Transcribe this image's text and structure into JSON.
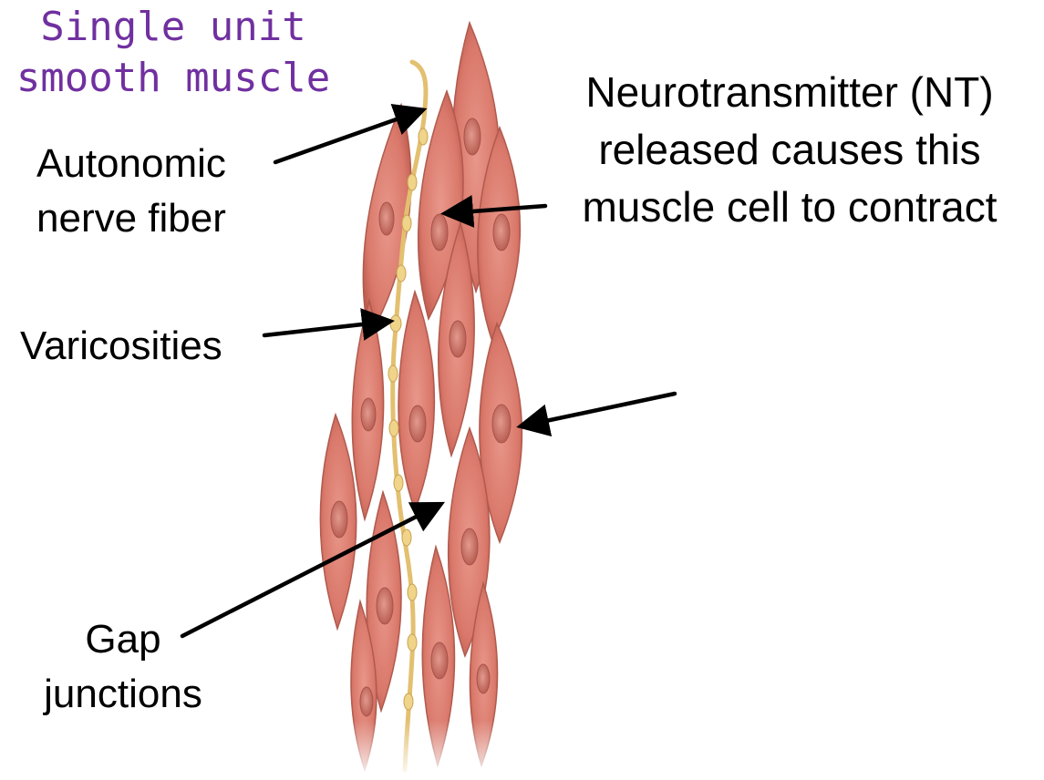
{
  "title": {
    "line1": "Single unit",
    "line2": "smooth muscle"
  },
  "labels": {
    "autonomic": {
      "line1": "Autonomic",
      "line2": "nerve fiber"
    },
    "varicosities": "Varicosities",
    "gap": {
      "line1": "Gap",
      "line2": "junctions"
    },
    "nt": {
      "line1": "Neurotransmitter (NT)",
      "line2": "released causes this",
      "line3": "muscle cell to contract"
    }
  },
  "colors": {
    "title": "#7030a0",
    "muscle_cell": "#d9786a",
    "nucleus": "#b85a4f",
    "nerve_fiber": "#e8c77a",
    "arrow": "#000000"
  }
}
